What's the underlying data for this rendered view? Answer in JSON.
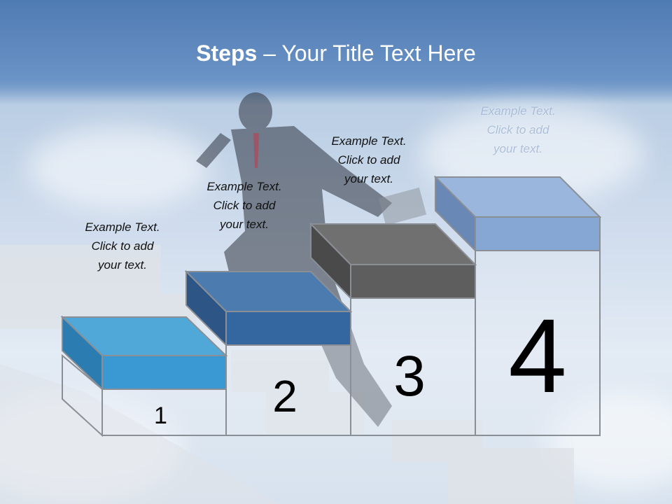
{
  "title": {
    "bold": "Steps",
    "rest": " – Your Title Text Here"
  },
  "steps": [
    {
      "number": "1",
      "text": "Example Text.\nClick  to add\nyour text.",
      "top_color": "#4fa8d8",
      "side_color": "#2b7cb0",
      "front_color": "#3a98d2"
    },
    {
      "number": "2",
      "text": "Example Text.\nClick  to add\nyour text.",
      "top_color": "#4c7bb0",
      "side_color": "#2d5585",
      "front_color": "#3467a0"
    },
    {
      "number": "3",
      "text": "Example Text.\nClick  to add\nyour text.",
      "top_color": "#707070",
      "side_color": "#4a4a4a",
      "front_color": "#5e5e5e"
    },
    {
      "number": "4",
      "text": "Example Text.\nClick  to add\nyour text.",
      "top_color": "#9ab6dc",
      "side_color": "#6a88b6",
      "front_color": "#86a6d4"
    }
  ]
}
